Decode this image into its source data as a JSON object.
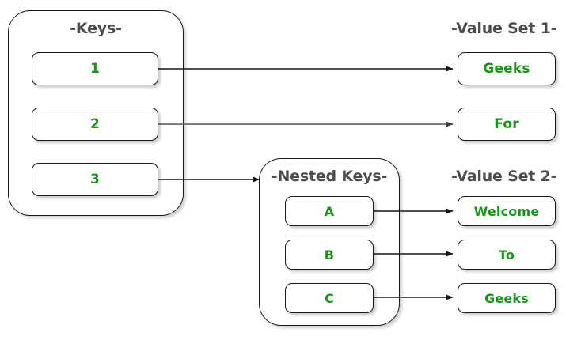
{
  "diagram": {
    "title_keys": "-Keys-",
    "title_nested_keys": "-Nested Keys-",
    "title_value_set_1": "-Value Set 1-",
    "title_value_set_2": "-Value Set 2-",
    "accent_green": "#179617",
    "title_gray": "#4d4d4d",
    "border_black": "#1a1a1a",
    "arrow_black": "#151515",
    "arrow_gray": "#6b6b6b",
    "keys": [
      {
        "label": "1"
      },
      {
        "label": "2"
      },
      {
        "label": "3"
      }
    ],
    "nested_keys": [
      {
        "label": "A"
      },
      {
        "label": "B"
      },
      {
        "label": "C"
      }
    ],
    "value_set_1": [
      {
        "label": "Geeks"
      },
      {
        "label": "For"
      }
    ],
    "value_set_2": [
      {
        "label": "Welcome"
      },
      {
        "label": "To"
      },
      {
        "label": "Geeks"
      }
    ],
    "connections": [
      {
        "from": "1",
        "to": "Geeks",
        "color": "#151515"
      },
      {
        "from": "2",
        "to": "For",
        "color": "#6b6b6b"
      },
      {
        "from": "3",
        "to": "-Nested Keys-",
        "color": "#151515"
      },
      {
        "from": "A",
        "to": "Welcome",
        "color": "#151515"
      },
      {
        "from": "B",
        "to": "To",
        "color": "#151515"
      },
      {
        "from": "C",
        "to": "Geeks",
        "color": "#151515"
      }
    ]
  }
}
